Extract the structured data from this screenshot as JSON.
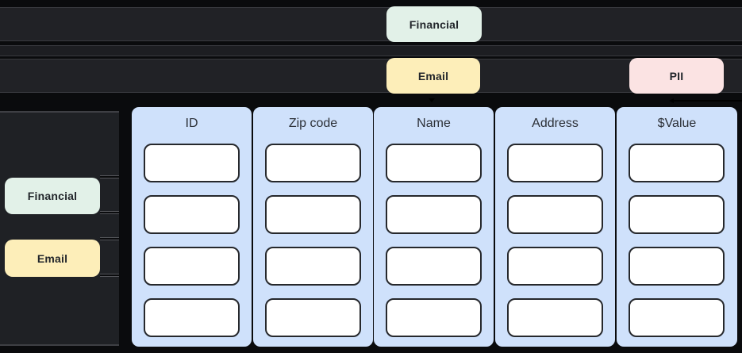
{
  "diagram": {
    "description": "Table classification diagram: tag badges over dark lanes point at columns and rows of a five-column table with four empty rows"
  },
  "tags": {
    "top": [
      {
        "label": "Financial",
        "color": "#e2f1e8"
      },
      {
        "label": "Email",
        "color": "#fdeeb9"
      },
      {
        "label": "PII",
        "color": "#fbe3e3"
      }
    ],
    "left": [
      {
        "label": "Financial",
        "color": "#e2f1e8"
      },
      {
        "label": "Email",
        "color": "#fdeeb9"
      }
    ]
  },
  "table": {
    "columns": [
      {
        "header": "ID"
      },
      {
        "header": "Zip code"
      },
      {
        "header": "Name"
      },
      {
        "header": "Address"
      },
      {
        "header": "$Value"
      }
    ],
    "row_count": 4
  },
  "colors": {
    "background": "#0a0b0d",
    "lane_fill": "#212226",
    "lane_border": "#393a3f",
    "column_fill": "#cfe1fb",
    "cell_fill": "#ffffff",
    "cell_border": "#26282c",
    "badge_green": "#e2f1e8",
    "badge_yellow": "#fdeeb9",
    "badge_pink": "#fbe3e3",
    "badge_text": "#22262b",
    "header_text": "#2c3037"
  }
}
